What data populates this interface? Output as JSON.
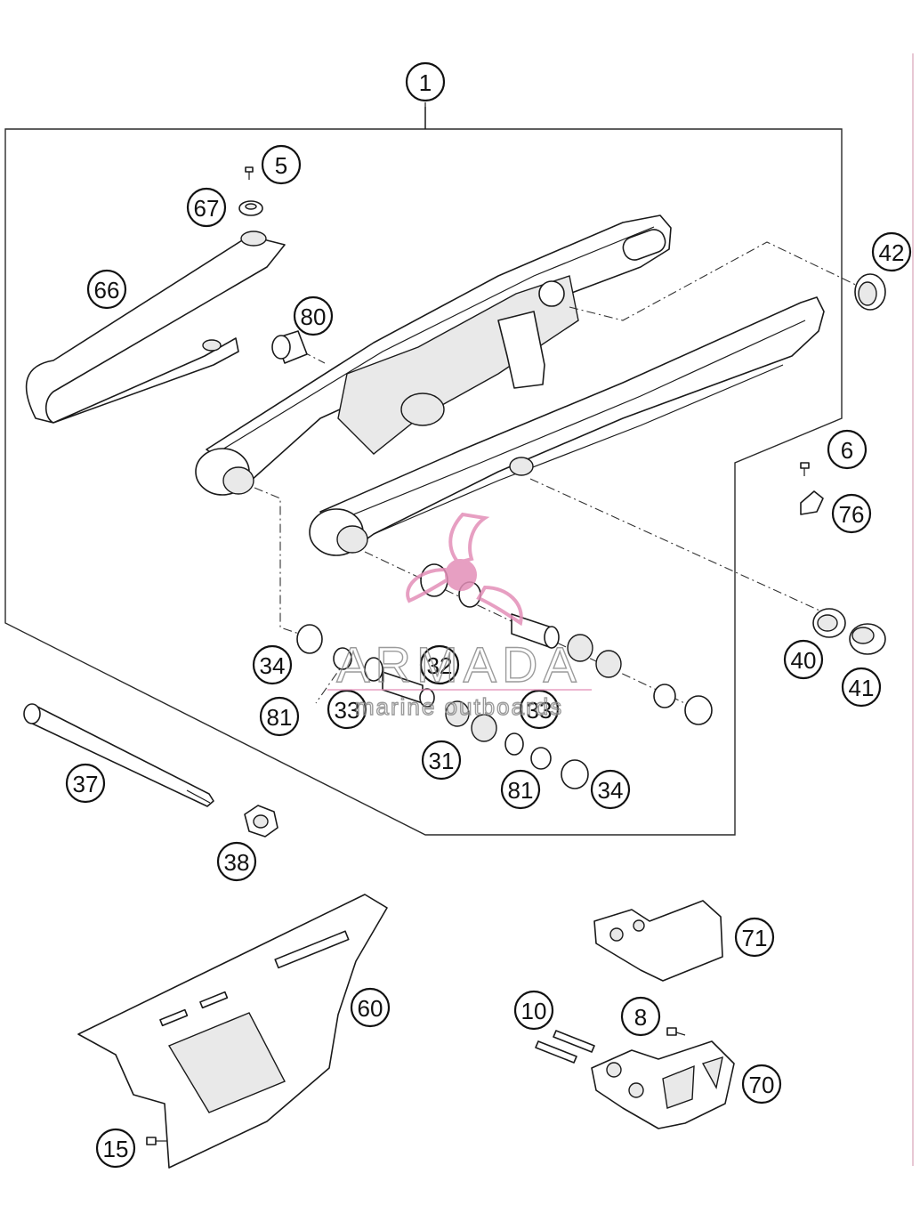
{
  "callouts": [
    "1",
    "5",
    "67",
    "66",
    "80",
    "42",
    "6",
    "76",
    "40",
    "41",
    "34",
    "81",
    "32",
    "33",
    "33",
    "31",
    "81",
    "34",
    "37",
    "38",
    "71",
    "60",
    "10",
    "8",
    "70",
    "15"
  ],
  "watermark": {
    "brand": "ARMADA",
    "tagline": "marine outboards",
    "color": "#e38fb8"
  }
}
